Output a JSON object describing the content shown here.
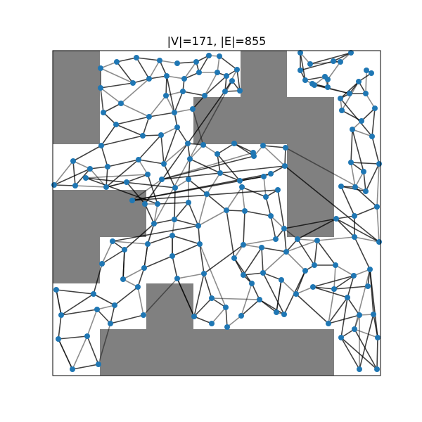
{
  "title": "|V|=171, |E|=855",
  "colors": {
    "obstacle": "#808080",
    "node": "#1f77b4",
    "edge": "#000000",
    "frame": "#000000",
    "background": "#ffffff"
  },
  "chart_data": {
    "type": "graph",
    "title": "|V|=171, |E|=855",
    "num_vertices": 171,
    "num_edges": 855,
    "axes_visible": false
  }
}
